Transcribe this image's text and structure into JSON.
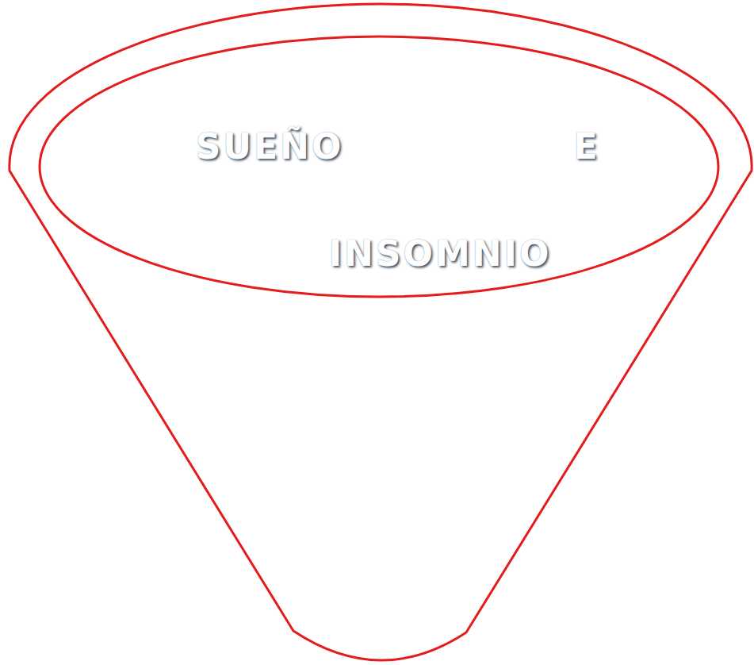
{
  "diagram": {
    "nodes": [
      {
        "text": [
          "SUEÑO"
        ]
      },
      {
        "text": [
          "E"
        ]
      },
      {
        "text": [
          "INSOMNIO"
        ]
      }
    ]
  }
}
